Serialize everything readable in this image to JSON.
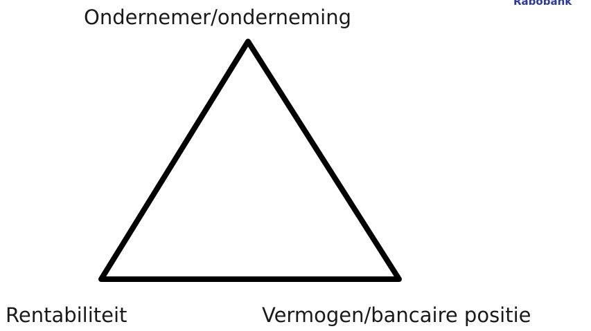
{
  "brand": {
    "text": "Rabobank",
    "color": "#2b3a9b"
  },
  "diagram": {
    "shape": "triangle",
    "stroke_color": "#000000",
    "vertices": {
      "top": "Ondernemer/onderneming",
      "bottom_left": "Rentabiliteit",
      "bottom_right": "Vermogen/bancaire positie"
    }
  }
}
